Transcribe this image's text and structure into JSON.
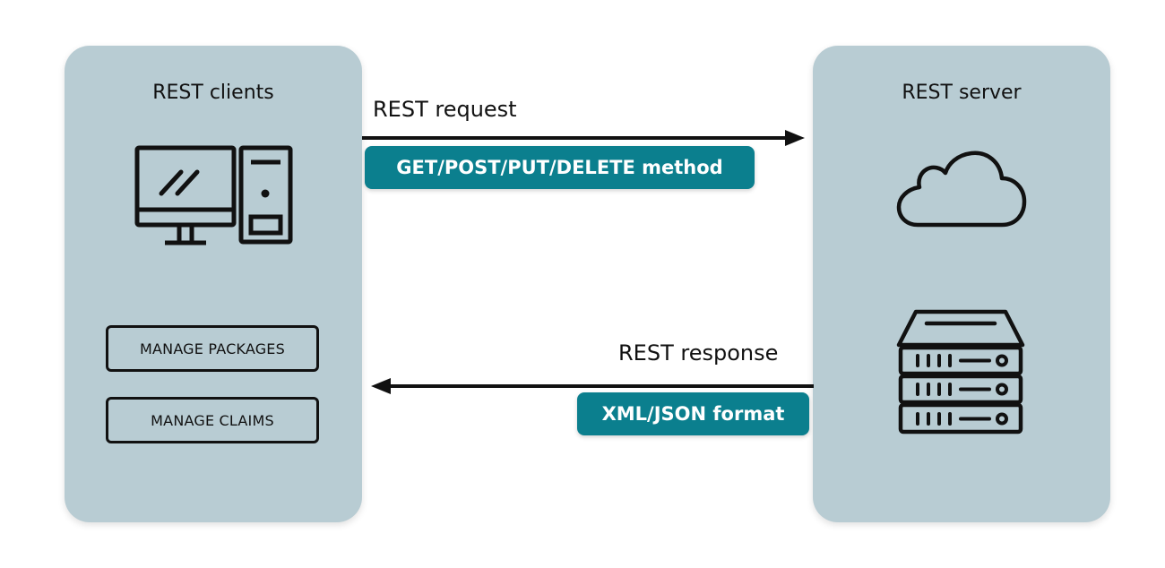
{
  "client_panel": {
    "title": "REST clients",
    "features": [
      "MANAGE PACKAGES",
      "MANAGE CLAIMS"
    ],
    "icon": "desktop-computer-icon"
  },
  "server_panel": {
    "title": "REST server",
    "icons": [
      "cloud-icon",
      "server-rack-icon"
    ]
  },
  "request": {
    "label": "REST request",
    "detail": "GET/POST/PUT/DELETE method",
    "direction": "client-to-server"
  },
  "response": {
    "label": "REST response",
    "detail": "XML/JSON format",
    "direction": "server-to-client"
  },
  "colors": {
    "panel": "#b8ccd3",
    "pill": "#0b7f8e",
    "ink": "#111111"
  }
}
